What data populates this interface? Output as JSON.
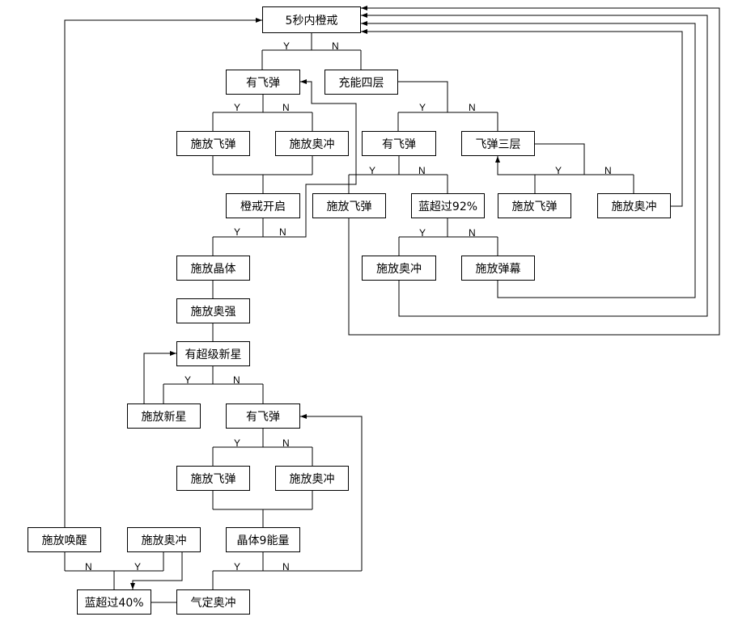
{
  "nodes": {
    "start": "5秒内橙戒",
    "a_has_missile": "有飞弹",
    "charge4": "充能四层",
    "b_cast_missile": "施放飞弹",
    "c_cast_arcane": "施放奥冲",
    "ring_on": "橙戒开启",
    "d_has_missile": "有飞弹",
    "missile3": "飞弹三层",
    "e_cast_missile": "施放飞弹",
    "blue92": "蓝超过92%",
    "f_cast_missile": "施放飞弹",
    "g_cast_arcane": "施放奥冲",
    "h_cast_arcane": "施放奥冲",
    "cast_barrage": "施放弹幕",
    "cast_crystal": "施放晶体",
    "cast_arcane_power": "施放奥强",
    "has_supernova": "有超级新星",
    "cast_nova": "施放新星",
    "i_has_missile": "有飞弹",
    "j_cast_missile": "施放飞弹",
    "k_cast_arcane": "施放奥冲",
    "cast_evocation": "施放唤醒",
    "l_cast_arcane": "施放奥冲",
    "crystal9": "晶体9能量",
    "blue40": "蓝超过40%",
    "qiding_arcane": "气定奥冲"
  },
  "labels": {
    "y": "Y",
    "n": "N"
  }
}
